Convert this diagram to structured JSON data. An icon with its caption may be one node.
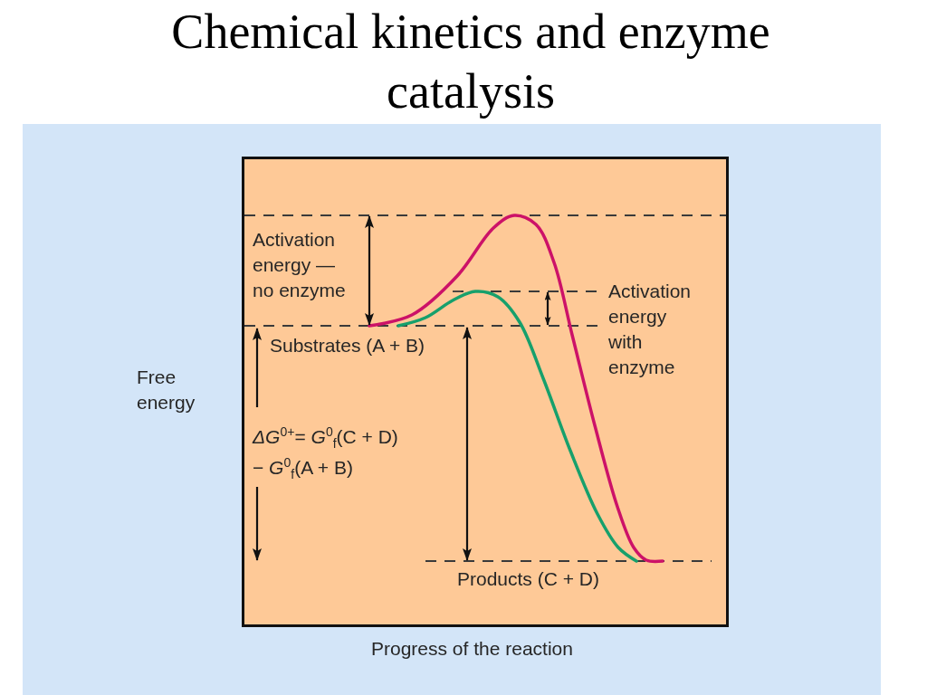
{
  "diagram": {
    "title": "Chemical kinetics and enzyme catalysis",
    "labels": [
      "Activation energy — no enzyme",
      "Activation energy with enzyme",
      "Substrates (A + B)",
      "Free energy",
      "*ΔG*$^{0}$$^{+}$= *G*$^{0}$$_{f}$(C + D) − *G*$^{0}$$_{f}$(A + B)",
      "Products (C + D)",
      "Progress of the reaction"
    ]
  }
}
